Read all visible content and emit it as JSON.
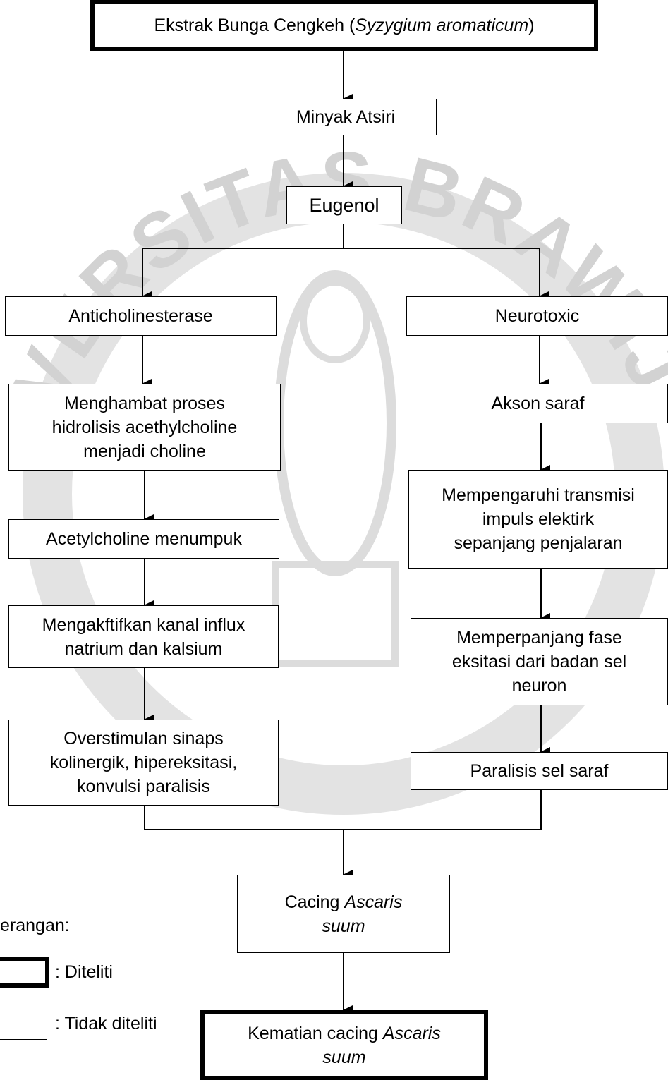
{
  "nodes": {
    "ekstrak": {
      "text": "Ekstrak Bunga Cengkeh (",
      "italic": "Syzygium aromaticum",
      "text_end": ")"
    },
    "minyak": {
      "text": "Minyak Atsiri"
    },
    "eugenol": {
      "text": "Eugenol"
    },
    "anticholinesterase": {
      "text": "Anticholinesterase"
    },
    "neurotoxic": {
      "text": "Neurotoxic"
    },
    "menghambat": {
      "lines": [
        "Menghambat proses",
        "hidrolisis acethylcholine",
        "menjadi choline"
      ]
    },
    "akson": {
      "text": "Akson saraf"
    },
    "mempengaruhi": {
      "lines": [
        "Mempengaruhi transmisi",
        "impuls elektirk",
        "sepanjang penjalaran"
      ]
    },
    "acetylcholine": {
      "text": "Acetylcholine menumpuk"
    },
    "mengaktifkan": {
      "lines": [
        "Mengakftifkan kanal influx",
        "natrium dan kalsium"
      ]
    },
    "memperpanjang": {
      "lines": [
        "Memperpanjang fase",
        "eksitasi dari badan sel",
        "neuron"
      ]
    },
    "overstimulan": {
      "lines": [
        "Overstimulan sinaps",
        "kolinergik, hipereksitasi,",
        "konvulsi paralisis"
      ]
    },
    "paralisis": {
      "text": "Paralisis sel saraf"
    },
    "cacing": {
      "text": "Cacing ",
      "italic": "Ascaris",
      "line2_italic": "suum"
    },
    "kematian": {
      "text": "Kematian cacing ",
      "italic": "Ascaris",
      "line2_italic": "suum"
    }
  },
  "legend": {
    "title": "erangan:",
    "diteliti": ": Diteliti",
    "tidak_diteliti": ": Tidak diteliti"
  },
  "watermark": {
    "arc_text": "UNIVERSITAS BRAWIJAYA",
    "color": "#d2d2d2"
  }
}
